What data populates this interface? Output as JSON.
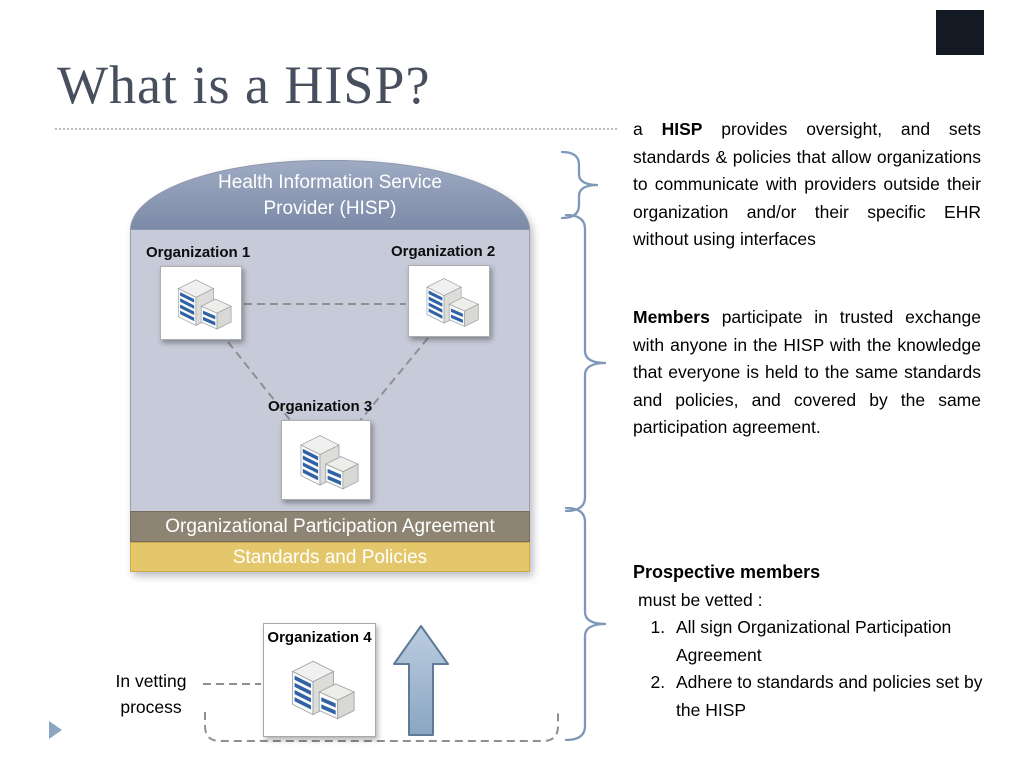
{
  "slide": {
    "title": "What is a HISP?",
    "diagram": {
      "header": "Health Information Service Provider (HISP)",
      "org1_label": "Organization 1",
      "org2_label": "Organization 2",
      "org3_label": "Organization 3",
      "org4_label": "Organization 4",
      "agreement_band": "Organizational Participation Agreement",
      "standards_band": "Standards and Policies",
      "vetting_label": "In vetting process"
    },
    "right_column": {
      "p1": {
        "pre": "a ",
        "bold": "HISP",
        "rest": " provides oversight, and sets standards & policies that allow organizations to communicate with providers outside their organization and/or their specific EHR without using interfaces"
      },
      "p2": {
        "bold": "Members",
        "rest": " participate in  trusted exchange with anyone in the HISP with the knowledge that everyone is held to the same standards and policies, and covered by the same participation agreement."
      },
      "p3": {
        "heading": "Prospective members",
        "subheading": "must be vetted :",
        "items": [
          "All sign Organizational Participation Agreement",
          "Adhere to standards and policies set by the HISP"
        ]
      }
    }
  },
  "icons": {
    "building": "building-icon",
    "up_arrow": "up-arrow-icon",
    "brace": "curly-brace-icon",
    "nav_triangle": "slide-nav-triangle-icon"
  },
  "colors": {
    "title": "#474f5e",
    "header_bg": "#7c8aa8",
    "body_bg": "#c7cad8",
    "agreement_bg": "#8d8474",
    "standards_bg": "#e3c76a",
    "brace": "#7e99b8",
    "arrow_fill": "#a3bad1",
    "arrow_stroke": "#5f7a96",
    "corner_square": "#141a24"
  }
}
